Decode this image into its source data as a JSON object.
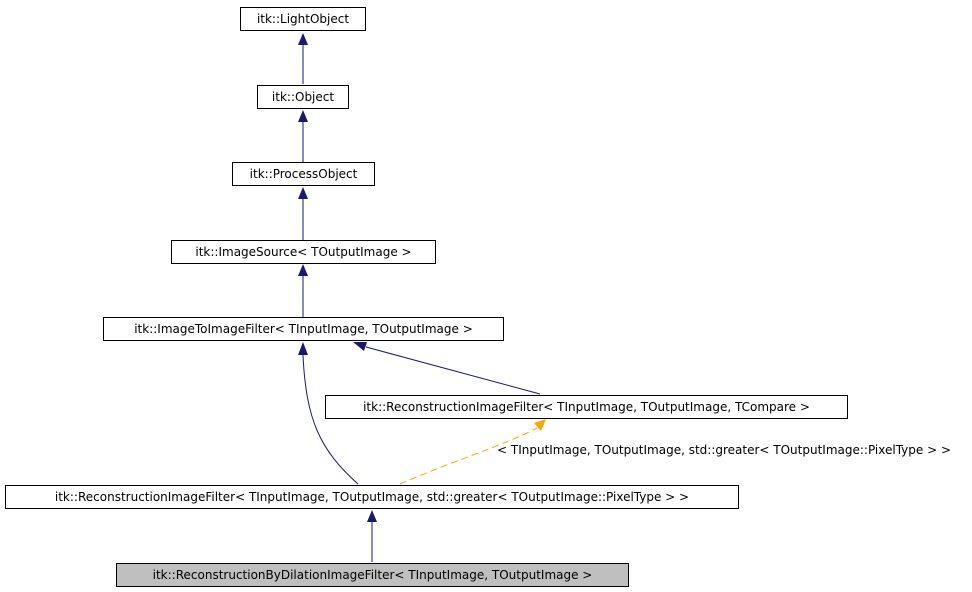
{
  "nodes": [
    {
      "id": "light_object",
      "label": "itk::LightObject"
    },
    {
      "id": "object",
      "label": "itk::Object"
    },
    {
      "id": "process_object",
      "label": "itk::ProcessObject"
    },
    {
      "id": "image_source",
      "label": "itk::ImageSource< TOutputImage >"
    },
    {
      "id": "image_to_image_filter",
      "label": "itk::ImageToImageFilter< TInputImage, TOutputImage >"
    },
    {
      "id": "reconstruction_template",
      "label": "itk::ReconstructionImageFilter< TInputImage, TOutputImage, TCompare >"
    },
    {
      "id": "reconstruction_greater",
      "label": "itk::ReconstructionImageFilter< TInputImage, TOutputImage, std::greater< TOutputImage::PixelType > >"
    },
    {
      "id": "reconstruction_by_dilation",
      "label": "itk::ReconstructionByDilationImageFilter< TInputImage, TOutputImage >",
      "highlighted": true
    }
  ],
  "edges": [
    {
      "from": "object",
      "to": "light_object",
      "kind": "inheritance"
    },
    {
      "from": "process_object",
      "to": "object",
      "kind": "inheritance"
    },
    {
      "from": "image_source",
      "to": "process_object",
      "kind": "inheritance"
    },
    {
      "from": "image_to_image_filter",
      "to": "image_source",
      "kind": "inheritance"
    },
    {
      "from": "reconstruction_template",
      "to": "image_to_image_filter",
      "kind": "inheritance"
    },
    {
      "from": "reconstruction_greater",
      "to": "image_to_image_filter",
      "kind": "inheritance"
    },
    {
      "from": "reconstruction_greater",
      "to": "reconstruction_template",
      "kind": "template-instance"
    },
    {
      "from": "reconstruction_by_dilation",
      "to": "reconstruction_greater",
      "kind": "inheritance"
    }
  ],
  "template_edge_label": "< TInputImage, TOutputImage, std::greater< TOutputImage::PixelType > >",
  "colors": {
    "inheritance": "#191970",
    "template": "#ffa500",
    "highlight_fill": "#bfbfbf"
  }
}
